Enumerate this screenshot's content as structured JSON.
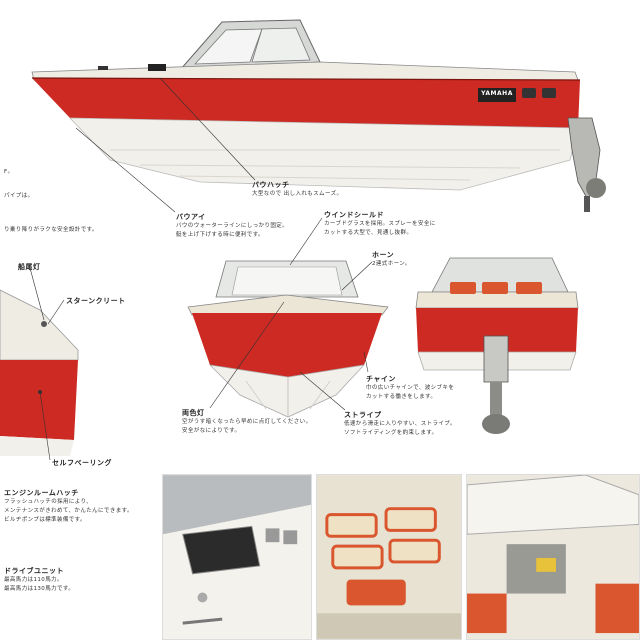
{
  "brand": "YAMAHA",
  "left_fragments": {
    "f1": "F。",
    "f2": "パイプは。",
    "f3": "り乗り降りがラクな安全設計です。"
  },
  "labels": {
    "bow_hatch": {
      "title": "バウハッチ",
      "desc": [
        "大型なので 出し入れもスムーズ。"
      ]
    },
    "bow_eye": {
      "title": "バウアイ",
      "desc": [
        "バウのウォーターラインにしっかり固定。",
        "艇を上げ下げする時に便利です。"
      ]
    },
    "windshield": {
      "title": "ウインドシールド",
      "desc": [
        "カーブドグラスを採用。スプレーを安全に",
        "カットする大型で、見通し抜群。"
      ]
    },
    "horn": {
      "title": "ホーン",
      "desc": [
        "2連式ホーン。"
      ]
    },
    "stern_light": {
      "title": "船尾灯"
    },
    "stern_cleat": {
      "title": "スターンクリート"
    },
    "chine": {
      "title": "チャイン",
      "desc": [
        "巾の広いチャインで、波シブキを",
        "カットする働きをします。"
      ]
    },
    "nav_light": {
      "title": "両色灯",
      "desc": [
        "空がうす暗くなったら早めに点灯してください。",
        "安全がなによりです。"
      ]
    },
    "stripe": {
      "title": "ストライプ",
      "desc": [
        "低速から滑走に入りやすい、ストライプ。",
        "ソフトライディングを約束します。"
      ]
    },
    "self_bailing": {
      "title": "セルフベーリング"
    },
    "engine_hatch": {
      "title": "エンジンルームハッチ",
      "desc": [
        "フラッシュハッチの採用により、",
        "メンテナンスがきわめて、かんたんにできます。",
        "ビルヂポンプは標準装備です。"
      ]
    },
    "drive_unit": {
      "title": "ドライブユニット",
      "desc": [
        "最高馬力は110馬力。",
        "最高馬力は130馬力です。"
      ]
    }
  },
  "colors": {
    "hull_red": "#cc2a22",
    "hull_white": "#f2f0ea",
    "deck_cream": "#ece6d6",
    "seat_orange": "#d9562e",
    "seat_cream": "#efe2c4"
  },
  "icons": [
    "boat-side-illustration",
    "boat-front-illustration",
    "boat-rear-illustration",
    "stern-detail-illustration",
    "hatch-photo",
    "seats-photo",
    "engine-photo"
  ]
}
